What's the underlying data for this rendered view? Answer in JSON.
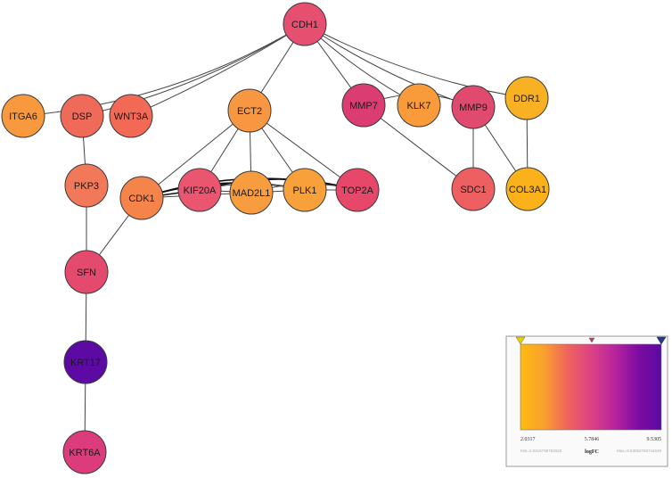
{
  "network": {
    "nodes": [
      {
        "id": "CDH1",
        "color": "#e64f6f"
      },
      {
        "id": "ITGA6",
        "color": "#f9993e"
      },
      {
        "id": "DSP",
        "color": "#f06a5a"
      },
      {
        "id": "WNT3A",
        "color": "#f26a55"
      },
      {
        "id": "ECT2",
        "color": "#f79742"
      },
      {
        "id": "MMP7",
        "color": "#db3d72"
      },
      {
        "id": "KLK7",
        "color": "#f99a3b"
      },
      {
        "id": "MMP9",
        "color": "#e04a6f"
      },
      {
        "id": "DDR1",
        "color": "#f8b123"
      },
      {
        "id": "PKP3",
        "color": "#f2785a"
      },
      {
        "id": "CDK1",
        "color": "#f4844a"
      },
      {
        "id": "KIF20A",
        "color": "#ea5570"
      },
      {
        "id": "MAD2L1",
        "color": "#f79c3f"
      },
      {
        "id": "PLK1",
        "color": "#f8a03a"
      },
      {
        "id": "TOP2A",
        "color": "#e74768"
      },
      {
        "id": "SDC1",
        "color": "#ee5f62"
      },
      {
        "id": "COL3A1",
        "color": "#fbb21a"
      },
      {
        "id": "SFN",
        "color": "#e4496e"
      },
      {
        "id": "KRT17",
        "color": "#5c0aa3"
      },
      {
        "id": "KRT6A",
        "color": "#dc3c7c"
      }
    ],
    "edges": [
      [
        "CDH1",
        "ITGA6"
      ],
      [
        "CDH1",
        "DSP"
      ],
      [
        "CDH1",
        "WNT3A"
      ],
      [
        "CDH1",
        "ECT2"
      ],
      [
        "CDH1",
        "MMP7"
      ],
      [
        "CDH1",
        "KLK7"
      ],
      [
        "CDH1",
        "MMP9"
      ],
      [
        "CDH1",
        "DDR1"
      ],
      [
        "DSP",
        "PKP3"
      ],
      [
        "PKP3",
        "SFN"
      ],
      [
        "CDK1",
        "SFN"
      ],
      [
        "SFN",
        "KRT17"
      ],
      [
        "KRT17",
        "KRT6A"
      ],
      [
        "ECT2",
        "CDK1"
      ],
      [
        "ECT2",
        "KIF20A"
      ],
      [
        "ECT2",
        "MAD2L1"
      ],
      [
        "ECT2",
        "PLK1"
      ],
      [
        "ECT2",
        "TOP2A"
      ],
      [
        "CDK1",
        "KIF20A"
      ],
      [
        "CDK1",
        "MAD2L1"
      ],
      [
        "CDK1",
        "PLK1"
      ],
      [
        "CDK1",
        "TOP2A"
      ],
      [
        "KIF20A",
        "MAD2L1"
      ],
      [
        "KIF20A",
        "PLK1"
      ],
      [
        "KIF20A",
        "TOP2A"
      ],
      [
        "MAD2L1",
        "PLK1"
      ],
      [
        "MAD2L1",
        "TOP2A"
      ],
      [
        "PLK1",
        "TOP2A"
      ],
      [
        "MMP7",
        "MMP9"
      ],
      [
        "MMP7",
        "SDC1"
      ],
      [
        "MMP9",
        "SDC1"
      ],
      [
        "MMP9",
        "COL3A1"
      ],
      [
        "DDR1",
        "COL3A1"
      ]
    ]
  },
  "legend": {
    "tick_min": "2.0317",
    "tick_mid": "5.7846",
    "tick_max": "9.5305",
    "title": "logFC",
    "left_note": "Min=2.0316799783029",
    "right_note": "Max=9.53052765744649",
    "gradient_colors": [
      "#fdbb10",
      "#f9a02d",
      "#f0645e",
      "#dc4283",
      "#b8249c",
      "#7f0ca2",
      "#5a0aa0"
    ],
    "handle_colors": {
      "left": "#e8d100",
      "mid": "#c0395e",
      "right": "#2a3a8a"
    }
  }
}
